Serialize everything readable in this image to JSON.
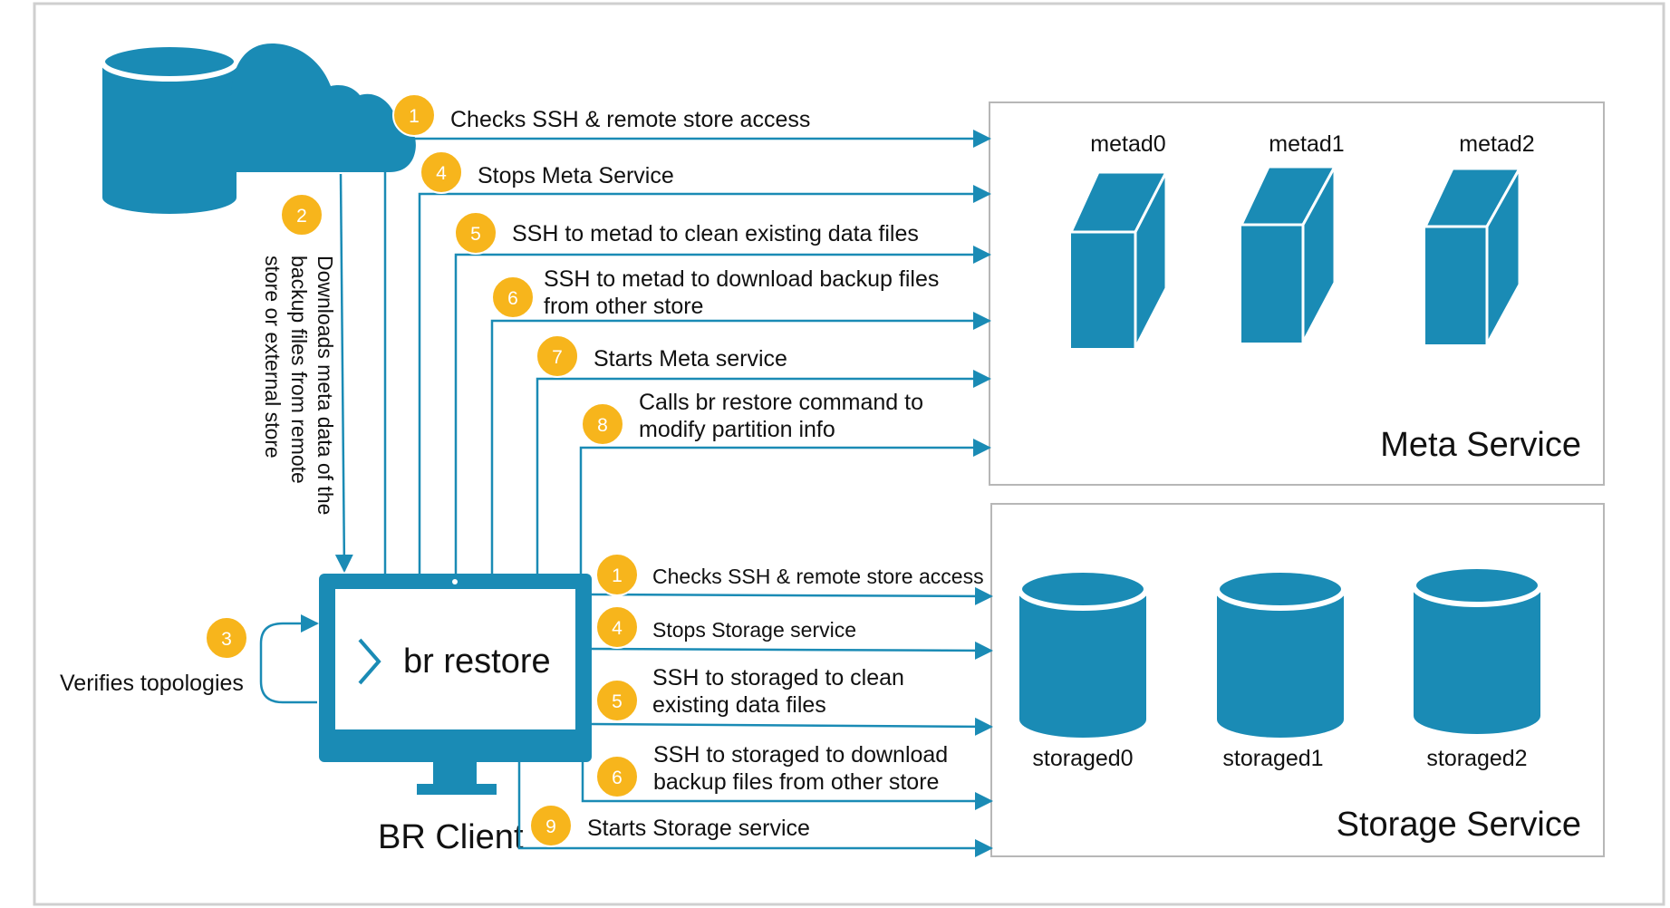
{
  "colors": {
    "accent": "#1a8bb5",
    "badge": "#f7b51c",
    "frame": "#b7b7b7",
    "text": "#111111"
  },
  "remote_store": {
    "icons": [
      "database-icon",
      "cloud-icon"
    ],
    "step": {
      "num": "2",
      "text": "Downloads meta data of the backup files from remote store or external store"
    },
    "text_lines": [
      "Downloads meta data of the",
      "backup files from remote",
      "store or external store"
    ]
  },
  "verify": {
    "num": "3",
    "text": "Verifies topologies"
  },
  "client": {
    "command": "br restore",
    "label": "BR Client",
    "prompt_icon": "chevron-right-icon"
  },
  "meta_service": {
    "title": "Meta Service",
    "nodes": [
      "metad0",
      "metad1",
      "metad2"
    ],
    "steps": [
      {
        "num": "1",
        "lines": [
          "Checks SSH & remote store access"
        ]
      },
      {
        "num": "4",
        "lines": [
          "Stops Meta Service"
        ]
      },
      {
        "num": "5",
        "lines": [
          "SSH to metad to clean existing data files"
        ]
      },
      {
        "num": "6",
        "lines": [
          "SSH to metad to download backup files",
          "from other store"
        ]
      },
      {
        "num": "7",
        "lines": [
          "Starts Meta service"
        ]
      },
      {
        "num": "8",
        "lines": [
          "Calls br restore command to",
          "modify partition info"
        ]
      }
    ]
  },
  "storage_service": {
    "title": "Storage Service",
    "nodes": [
      "storaged0",
      "storaged1",
      "storaged2"
    ],
    "steps": [
      {
        "num": "1",
        "lines": [
          "Checks SSH & remote store access"
        ]
      },
      {
        "num": "4",
        "lines": [
          "Stops Storage service"
        ]
      },
      {
        "num": "5",
        "lines": [
          "SSH to storaged to clean",
          "existing data files"
        ]
      },
      {
        "num": "6",
        "lines": [
          "SSH to storaged to download",
          "backup files from other store"
        ]
      },
      {
        "num": "9",
        "lines": [
          "Starts Storage service"
        ]
      }
    ]
  }
}
